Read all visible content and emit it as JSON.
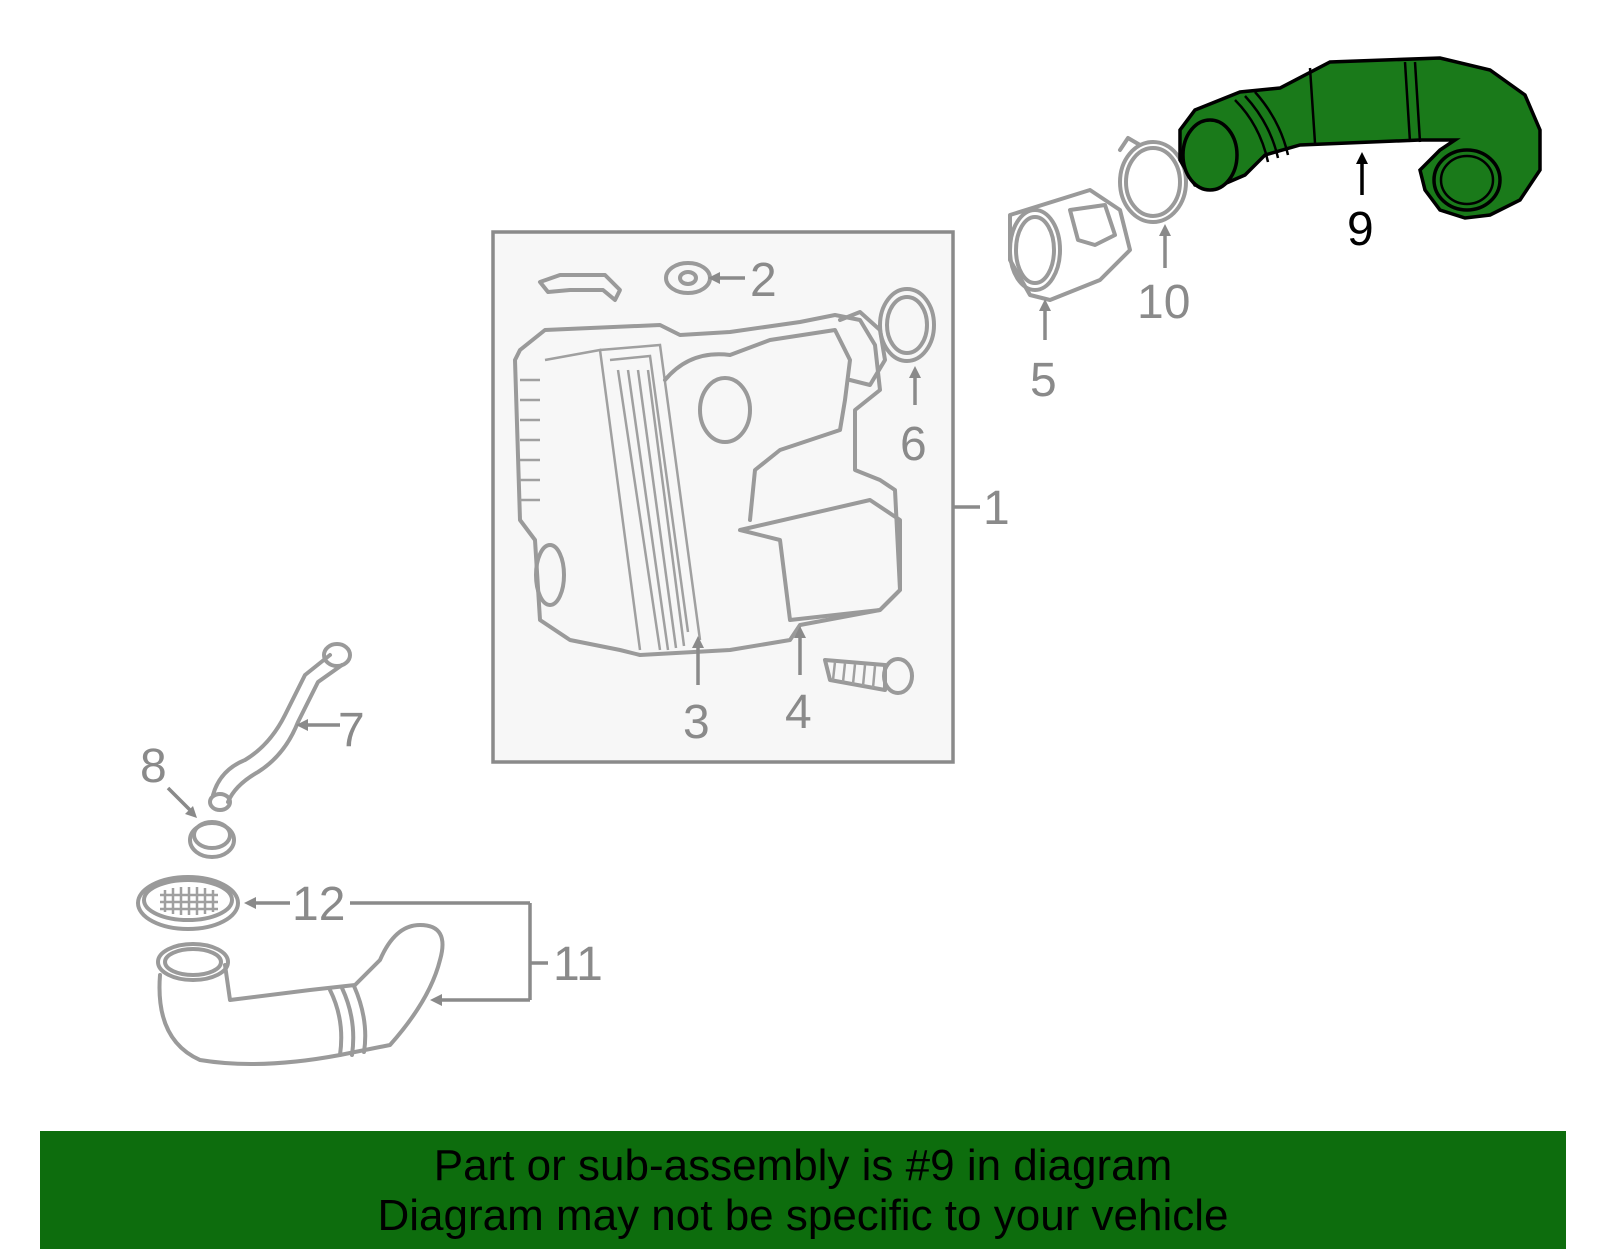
{
  "diagram": {
    "highlight_color": "#1a7a1a",
    "callouts": [
      {
        "id": "1",
        "label": "1"
      },
      {
        "id": "2",
        "label": "2"
      },
      {
        "id": "3",
        "label": "3"
      },
      {
        "id": "4",
        "label": "4"
      },
      {
        "id": "5",
        "label": "5"
      },
      {
        "id": "6",
        "label": "6"
      },
      {
        "id": "7",
        "label": "7"
      },
      {
        "id": "8",
        "label": "8"
      },
      {
        "id": "9",
        "label": "9",
        "highlighted": true
      },
      {
        "id": "10",
        "label": "10"
      },
      {
        "id": "11",
        "label": "11"
      },
      {
        "id": "12",
        "label": "12"
      }
    ]
  },
  "footer": {
    "background": "#0d6d0d",
    "line1": "Part or sub-assembly is #9 in diagram",
    "line2": "Diagram may not be specific to your vehicle"
  }
}
